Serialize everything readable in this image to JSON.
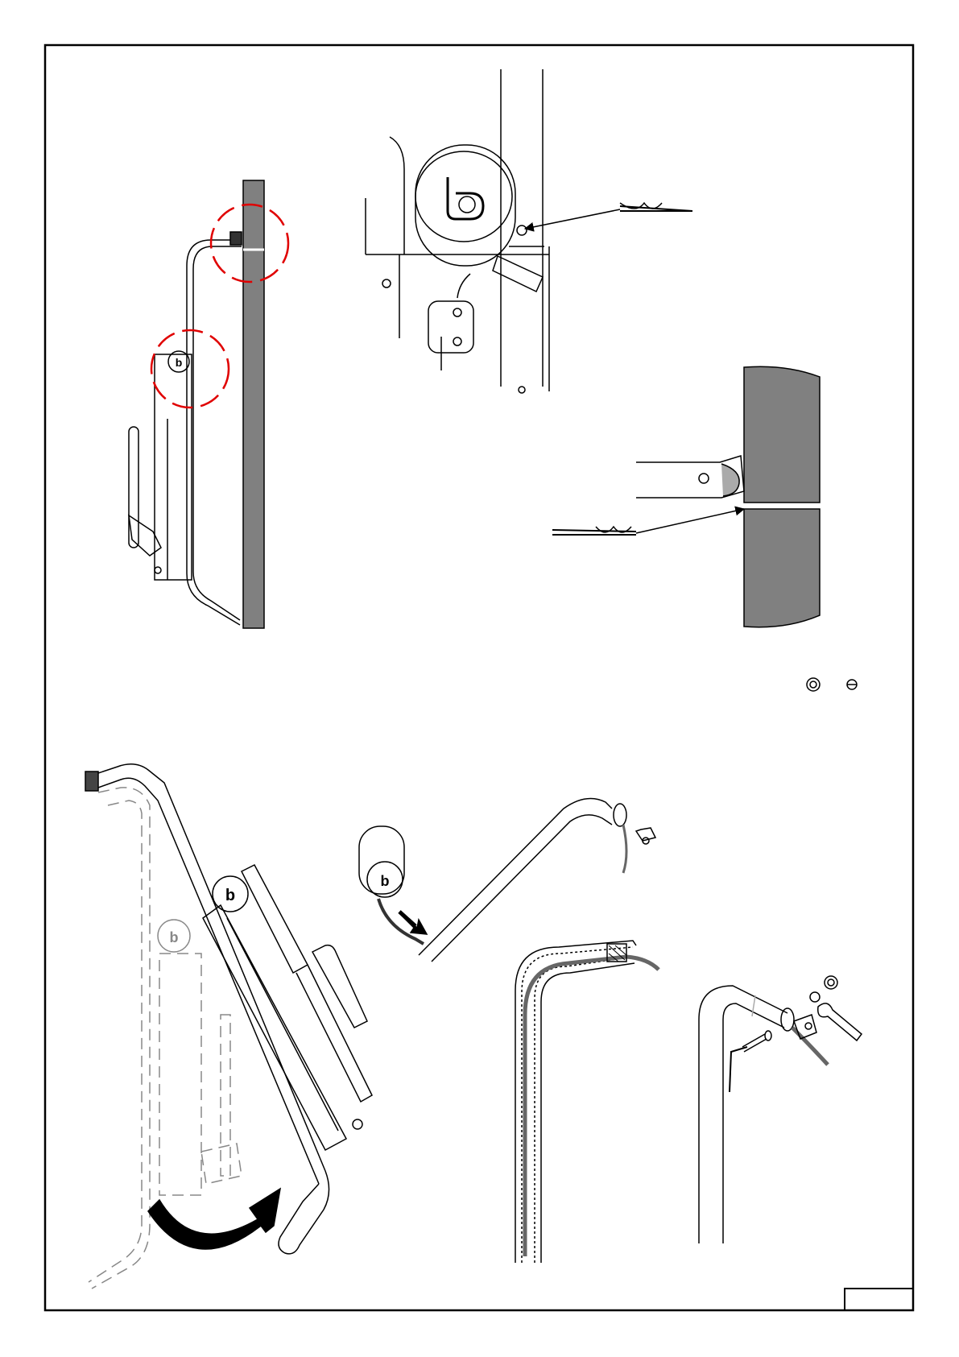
{
  "document": {
    "type": "assembly-instruction-sheet",
    "brand_logo_letter": "b",
    "page_number": "",
    "colors": {
      "line": "#000000",
      "wall_fill": "#808080",
      "marker_circle": "#e00000",
      "arrow_fill": "#000000",
      "paper": "#ffffff"
    },
    "illustrations": [
      {
        "name": "side-view-with-detail-circles",
        "icons": [
          "wall-icon",
          "tube-frame-icon",
          "motor-unit-icon",
          "detail-circle-icon"
        ]
      },
      {
        "name": "drill-point-motor-closeup",
        "icons": [
          "motor-housing-icon",
          "drill-bit-icon"
        ]
      },
      {
        "name": "drill-point-wall-closeup",
        "icons": [
          "wall-icon",
          "drill-bit-icon",
          "bracket-icon"
        ]
      },
      {
        "name": "nut-and-washer-parts",
        "icons": [
          "nut-icon",
          "washer-icon"
        ]
      },
      {
        "name": "rotate-arm-view",
        "icons": [
          "rotate-arrow-icon",
          "tube-frame-icon"
        ]
      },
      {
        "name": "insert-cable-view",
        "icons": [
          "motor-housing-icon",
          "insertion-arrow-icon",
          "tube-icon"
        ]
      },
      {
        "name": "tube-cross-section",
        "icons": [
          "tube-section-icon"
        ]
      },
      {
        "name": "bracket-fastening-view",
        "icons": [
          "bolt-icon",
          "hex-key-icon",
          "wrench-icon",
          "nut-icon"
        ]
      }
    ]
  }
}
